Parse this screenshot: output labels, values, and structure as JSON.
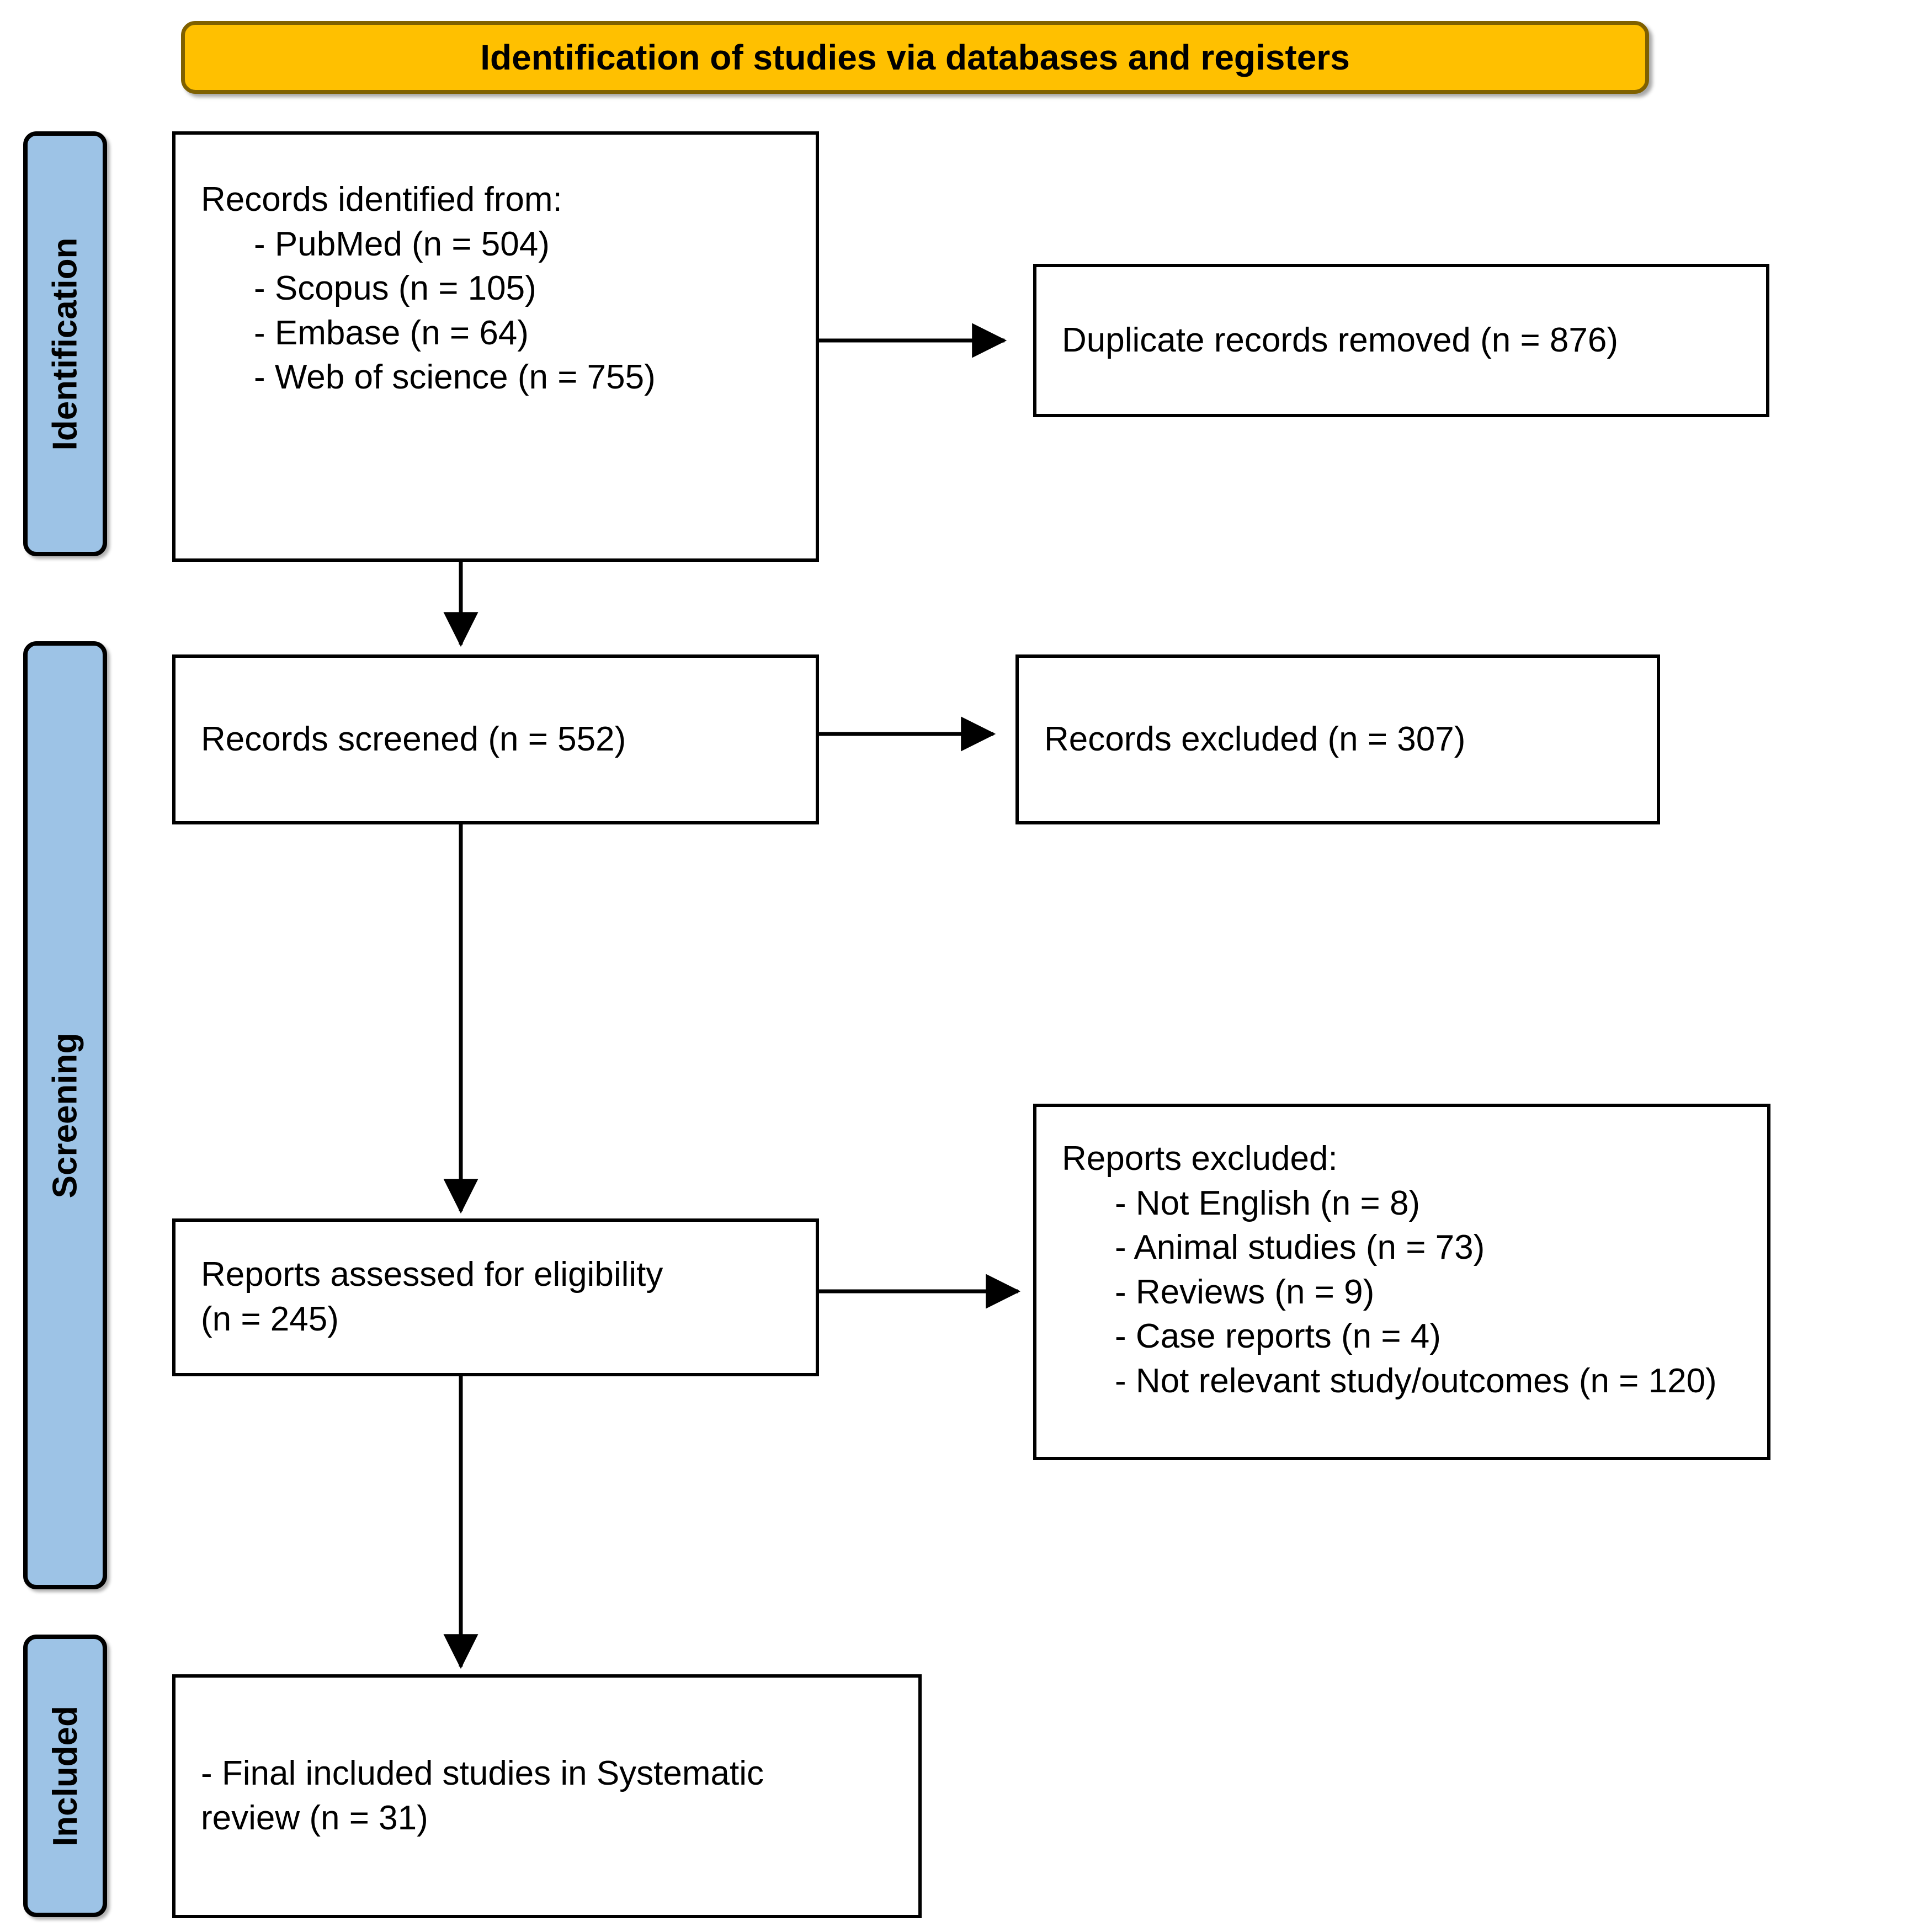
{
  "diagram": {
    "type": "PRISMA flow diagram",
    "stage_header": {
      "title": "Identification of studies via databases and registers"
    },
    "phases": [
      {
        "id": "identification",
        "label": "Identification"
      },
      {
        "id": "screening",
        "label": "Screening"
      },
      {
        "id": "included",
        "label": "Included"
      }
    ],
    "nodes": {
      "records_identified": {
        "heading": "Records identified from:",
        "items": [
          "- PubMed (n = 504)",
          "- Scopus (n = 105)",
          "- Embase (n = 64)",
          "- Web of science (n = 755)"
        ]
      },
      "duplicates_removed": {
        "line1": "Duplicate records removed (n = 876)"
      },
      "records_screened": {
        "line1": "Records screened (n = 552)"
      },
      "records_excluded": {
        "line1": "Records excluded (n = 307)"
      },
      "reports_assessed": {
        "line1": "Reports assessed for eligibility",
        "line2": "(n = 245)"
      },
      "reports_excluded": {
        "heading": "Reports excluded:",
        "items": [
          "- Not English (n = 8)",
          "- Animal studies (n = 73)",
          "- Reviews (n = 9)",
          "- Case reports (n = 4)",
          "- Not relevant study/outcomes (n = 120)"
        ]
      },
      "final_included": {
        "line1": "- Final included studies in Systematic",
        "line2": "review (n = 31)"
      }
    },
    "counts": {
      "pubmed": 504,
      "scopus": 105,
      "embase": 64,
      "web_of_science": 755,
      "duplicates_removed": 876,
      "records_screened": 552,
      "records_excluded": 307,
      "reports_assessed": 245,
      "excluded_not_english": 8,
      "excluded_animal_studies": 73,
      "excluded_reviews": 9,
      "excluded_case_reports": 4,
      "excluded_not_relevant": 120,
      "final_included": 31
    },
    "colors": {
      "header_fill": "#FFC000",
      "header_border": "#7F6000",
      "phase_fill": "#9DC3E6",
      "phase_border": "#000000",
      "node_fill": "#FFFFFF",
      "node_border": "#000000",
      "connector": "#000000",
      "background": "#FFFFFF"
    }
  }
}
